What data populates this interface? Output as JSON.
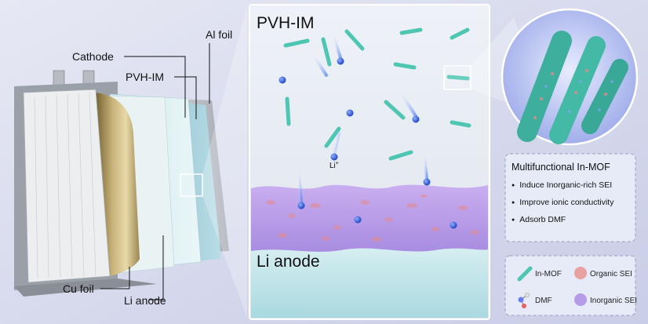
{
  "labels": {
    "al_foil": "Al foil",
    "cathode": "Cathode",
    "pvh_im": "PVH-IM",
    "cu_foil": "Cu foil",
    "li_anode": "Li anode",
    "zoom_title": "PVH-IM",
    "zoom_anode": "Li anode",
    "li_ion": "Li",
    "li_ion_charge": "+"
  },
  "infobox": {
    "title": "Multifunctional In-MOF",
    "bullets": [
      "Induce Inorganic-rich SEI",
      "Improve ionic conductivity",
      "Adsorb DMF"
    ]
  },
  "legend": {
    "items": [
      "In-MOF",
      "Organic SEI",
      "DMF",
      "Inorganic SEI"
    ]
  },
  "colors": {
    "rod": "#4fc6b2",
    "ion": "#1f4fd0",
    "sei_purple": "#b59be8",
    "organic_sei": "#e88a86",
    "anode": "#bfe3e8"
  }
}
